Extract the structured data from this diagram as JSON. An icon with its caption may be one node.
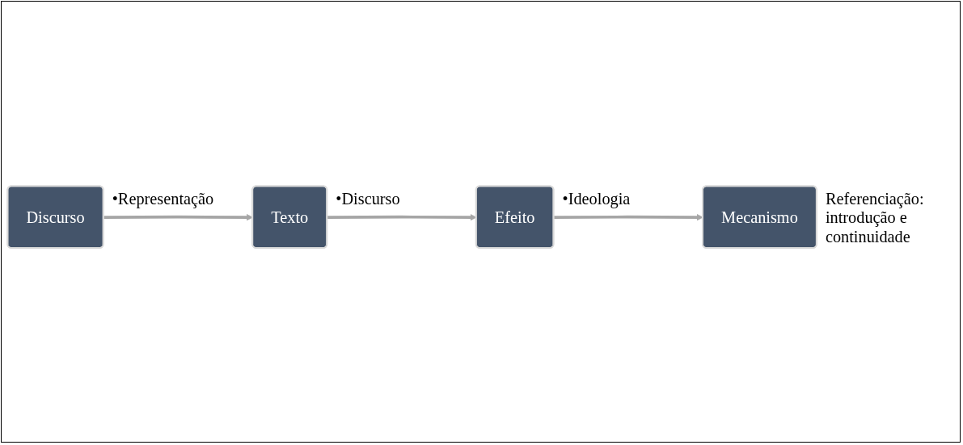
{
  "diagram": {
    "nodes": [
      {
        "text": [
          "Discurso"
        ],
        "beside": [
          "•Representação"
        ]
      },
      {
        "text": [
          "Texto"
        ],
        "beside": [
          "•Discurso"
        ]
      },
      {
        "text": [
          "Efeito"
        ],
        "beside": [
          "•Ideologia"
        ]
      },
      {
        "text": [
          "Mecanismo"
        ],
        "beside": [
          "Referenciação: introdução e continuidade"
        ]
      }
    ],
    "edges": [
      {
        "from": 0,
        "to": 1,
        "arrow": "to"
      },
      {
        "from": 1,
        "to": 2,
        "arrow": "to"
      },
      {
        "from": 2,
        "to": 3,
        "arrow": "to"
      }
    ]
  }
}
